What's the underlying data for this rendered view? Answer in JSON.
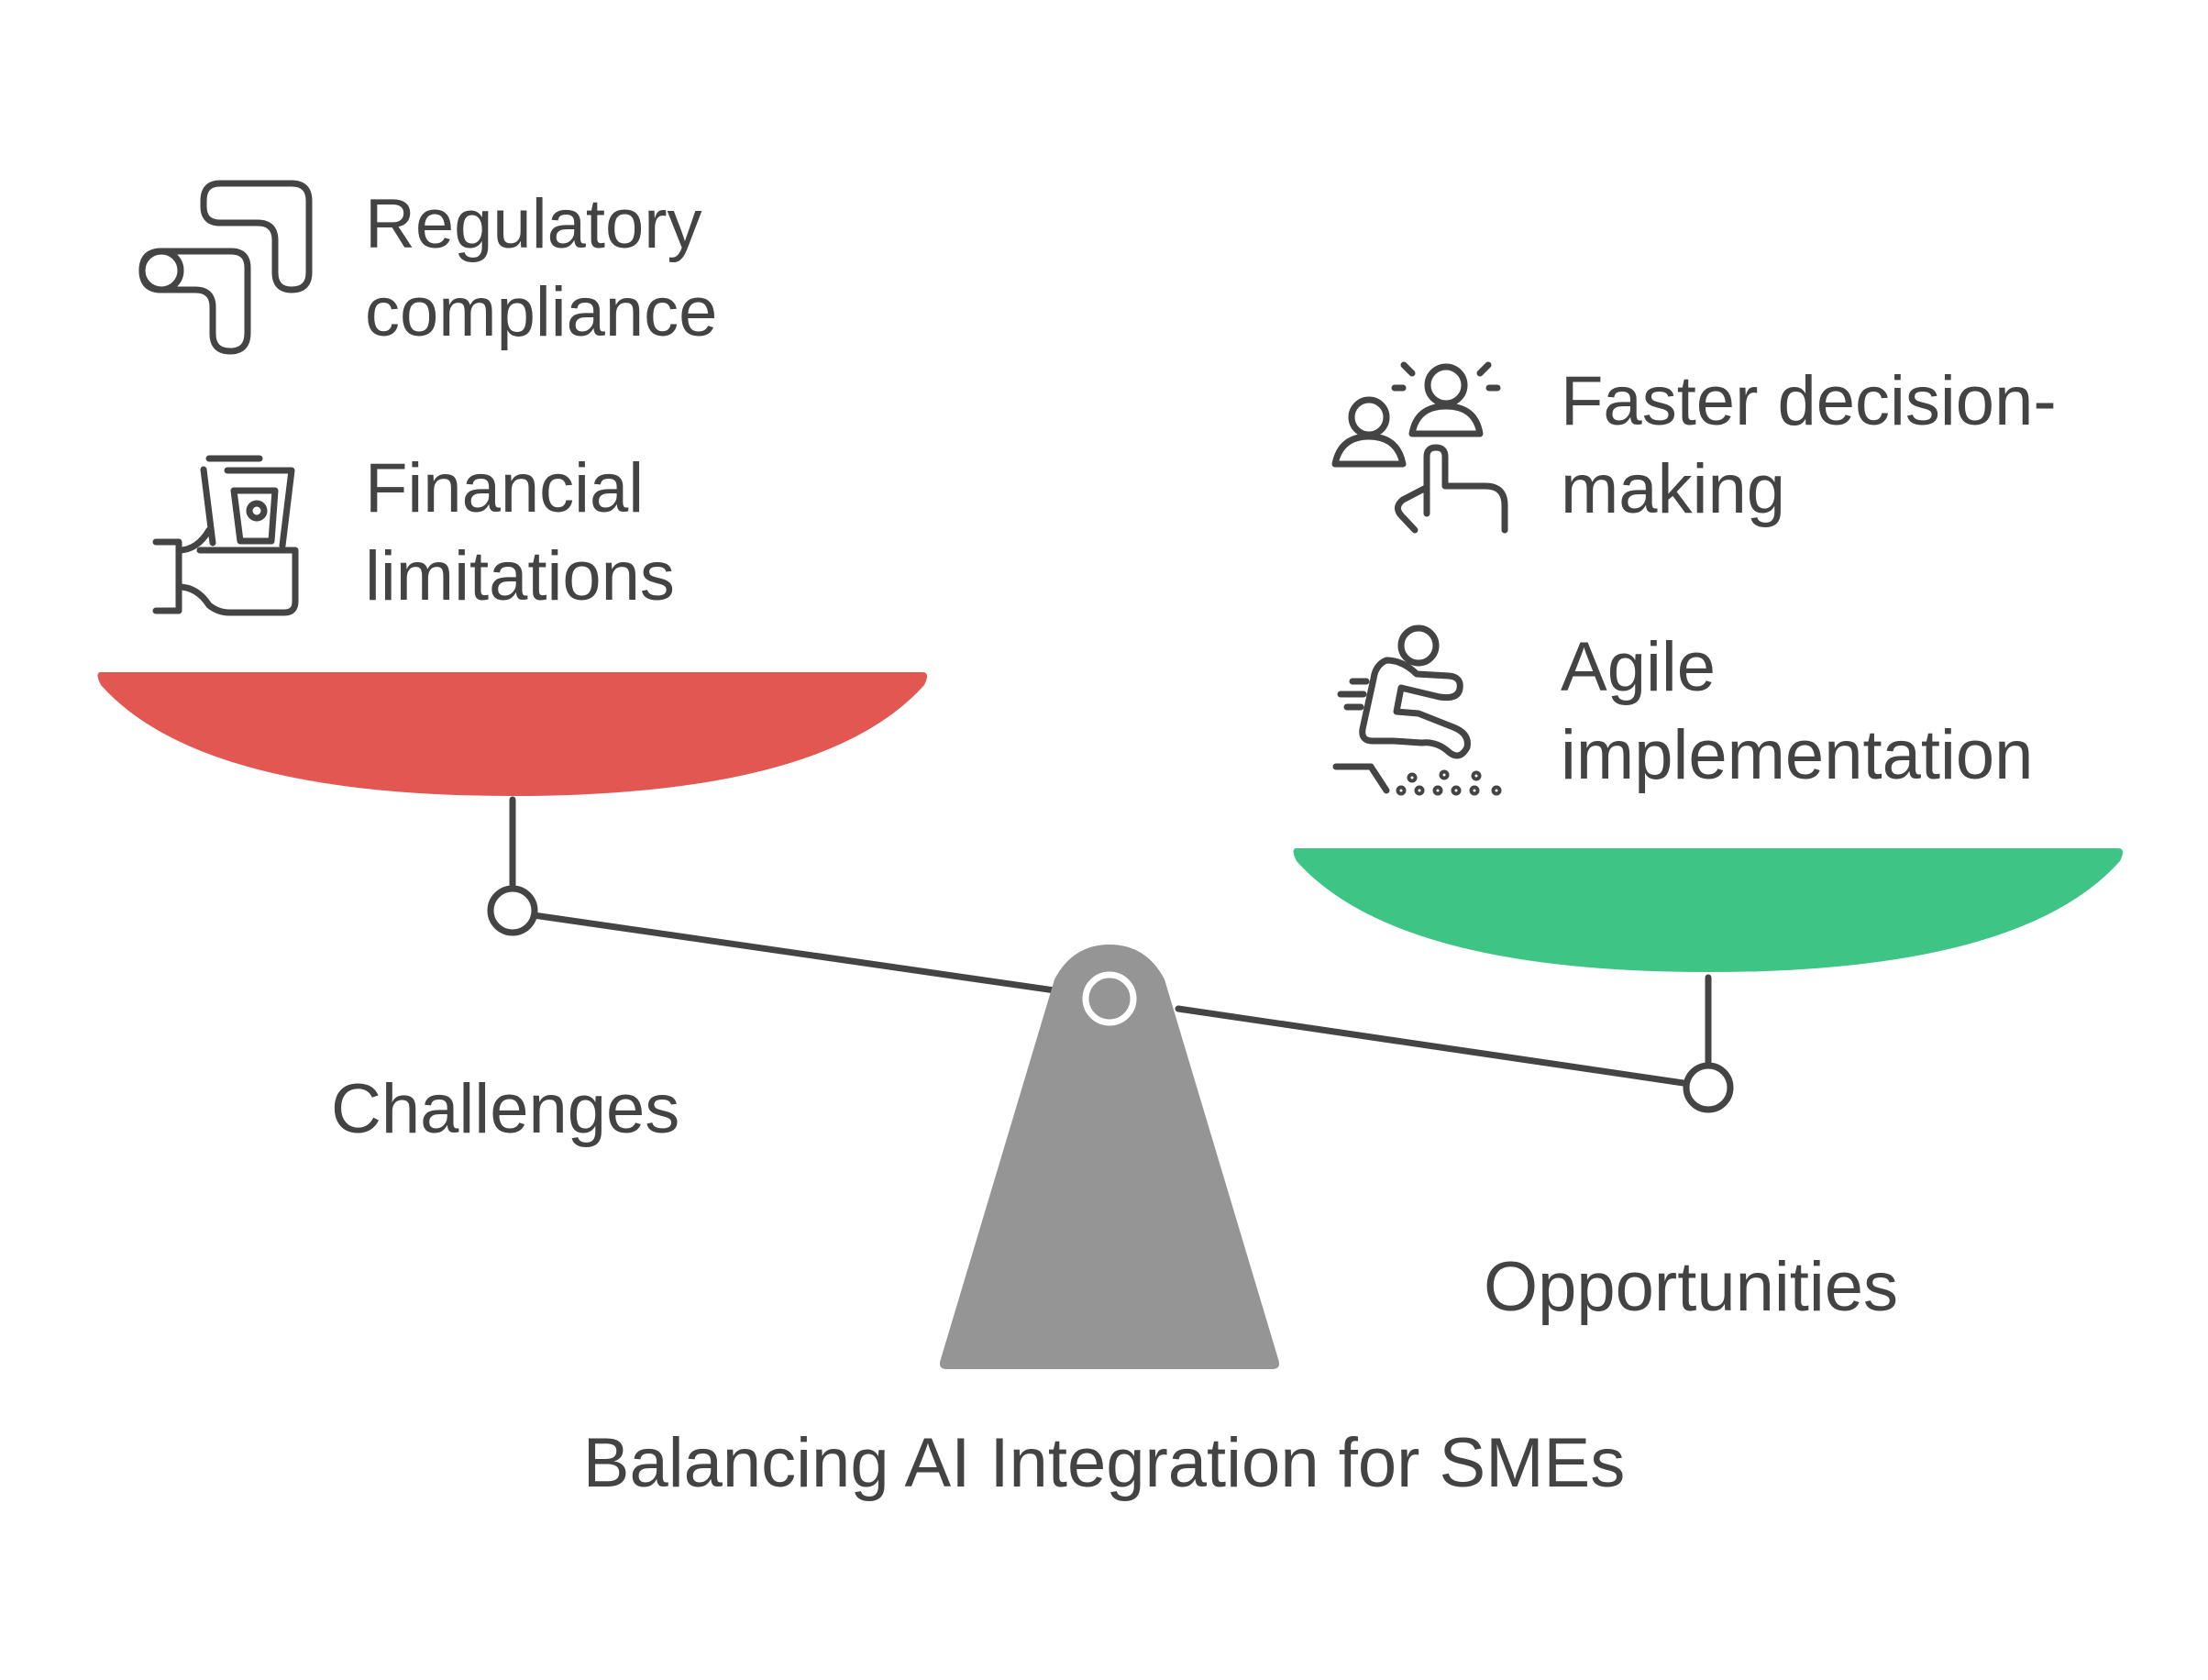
{
  "title": "Balancing AI Integration for SMEs",
  "colors": {
    "challenges_pan": "#E35752",
    "opportunities_pan": "#3EC585",
    "fulcrum": "#959595",
    "beam": "#444444",
    "text": "#434343"
  },
  "challenges": {
    "label": "Challenges",
    "items": [
      {
        "line1": "Regulatory",
        "line2": "compliance",
        "icon": "signpost-icon"
      },
      {
        "line1": "Financial",
        "line2": "limitations",
        "icon": "hand-holding-money-icon"
      }
    ]
  },
  "opportunities": {
    "label": "Opportunities",
    "items": [
      {
        "line1": "Faster decision-",
        "line2": "making",
        "icon": "people-decision-icon"
      },
      {
        "line1": "Agile",
        "line2": "implementation",
        "icon": "running-person-icon"
      }
    ]
  }
}
